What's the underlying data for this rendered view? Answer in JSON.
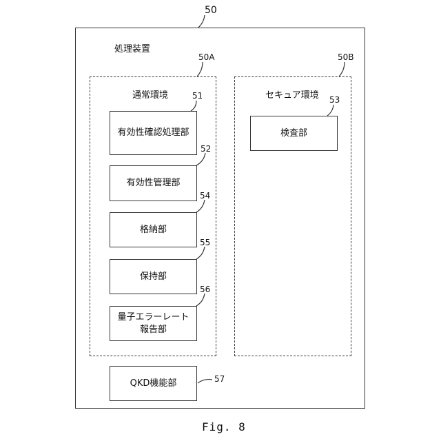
{
  "refs": {
    "device": "50",
    "env_a": "50A",
    "env_b": "50B",
    "b51": "51",
    "b52": "52",
    "b54": "54",
    "b55": "55",
    "b56": "56",
    "b53": "53",
    "b57": "57"
  },
  "labels": {
    "device": "処理装置",
    "env_a": "通常環境",
    "env_b": "セキュア環境"
  },
  "boxes": {
    "b51": "有効性確認処理部",
    "b52": "有効性管理部",
    "b54": "格納部",
    "b55": "保持部",
    "b56_line1": "量子エラーレート",
    "b56_line2": "報告部",
    "b53": "検査部",
    "b57": "QKD機能部"
  },
  "caption": "Fig. 8"
}
